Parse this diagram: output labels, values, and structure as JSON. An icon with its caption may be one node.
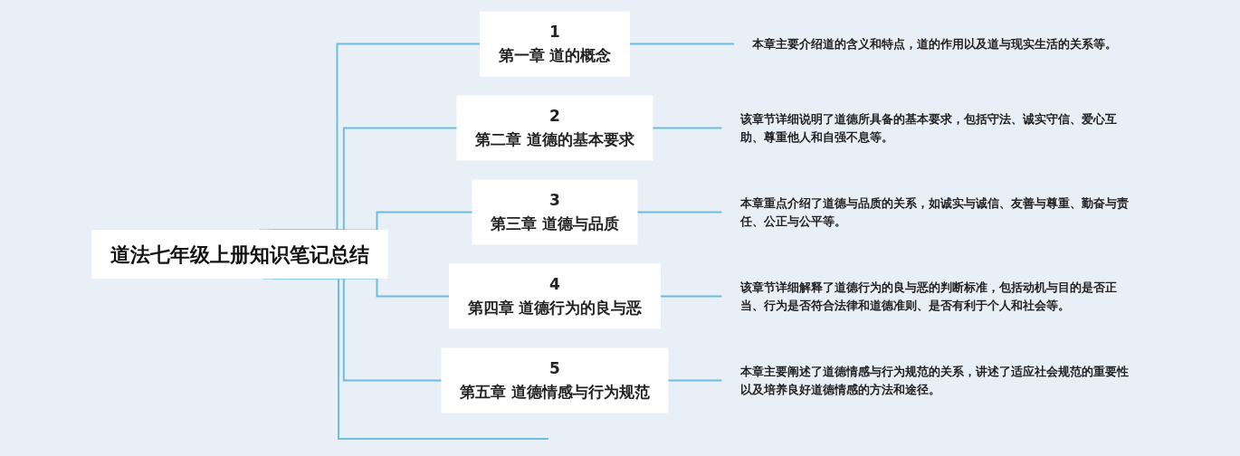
{
  "diagram": {
    "nodes": [
      {
        "text": [
          "道法七年级上册知识笔记总结"
        ]
      },
      {
        "text": [
          "1",
          "第一章 道的概念"
        ]
      },
      {
        "text": [
          "2",
          "第二章 道德的基本要求"
        ]
      },
      {
        "text": [
          "3",
          "第三章 道德与品质"
        ]
      },
      {
        "text": [
          "4",
          "第四章 道德行为的良与恶"
        ]
      },
      {
        "text": [
          "5",
          "第五章 道德情感与行为规范"
        ]
      },
      {
        "text": [
          "本章主要介绍道的含义和特点，道的作用以及道与现实生活的关系等。"
        ]
      },
      {
        "text": [
          "该章节详细说明了道德所具备的基本要求，包括守法、诚实守信、爱心互助、尊重他人和自强不息等。"
        ]
      },
      {
        "text": [
          "本章重点介绍了道德与品质的关系，如诚实与诚信、友善与尊重、勤奋与责任、公正与公平等。"
        ]
      },
      {
        "text": [
          "该章节详细解释了道德行为的良与恶的判断标准，包括动机与目的是否正当、行为是否符合法律和道德准则、是否有利于个人和社会等。"
        ]
      },
      {
        "text": [
          "本章主要阐述了道德情感与行为规范的关系，讲述了适应社会规范的重要性以及培养良好道德情感的方法和途径。"
        ]
      }
    ],
    "edges": [
      {
        "from": 0,
        "to": 1,
        "arrow": "none"
      },
      {
        "from": 0,
        "to": 2,
        "arrow": "none"
      },
      {
        "from": 0,
        "to": 3,
        "arrow": "none"
      },
      {
        "from": 0,
        "to": 4,
        "arrow": "none"
      },
      {
        "from": 0,
        "to": 5,
        "arrow": "none"
      },
      {
        "from": 0,
        "to": null,
        "arrow": "none"
      },
      {
        "from": 1,
        "to": 6,
        "arrow": "none"
      },
      {
        "from": 2,
        "to": 7,
        "arrow": "none"
      },
      {
        "from": 3,
        "to": 8,
        "arrow": "none"
      },
      {
        "from": 4,
        "to": 9,
        "arrow": "none"
      },
      {
        "from": 5,
        "to": 10,
        "arrow": "none"
      }
    ]
  }
}
